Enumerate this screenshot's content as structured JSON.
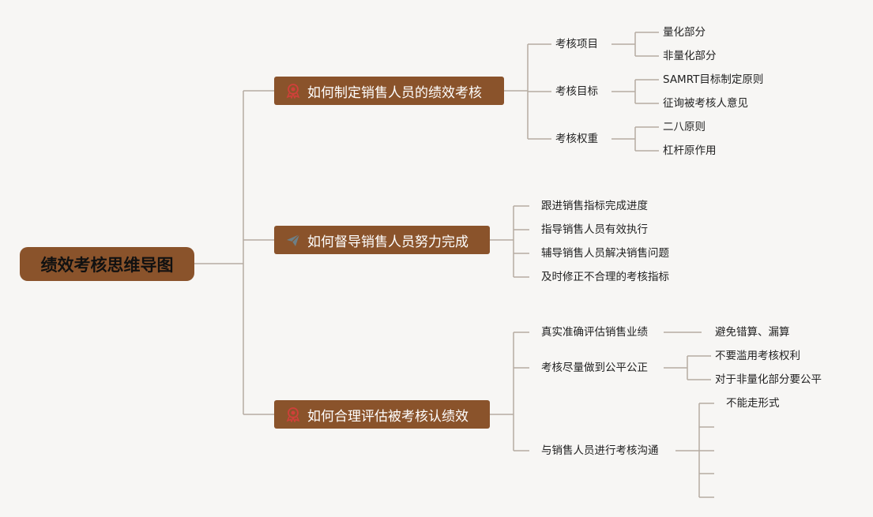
{
  "title": "绩效考核思维导图",
  "branches": [
    {
      "label": "如何制定销售人员的绩效考核",
      "icon": "award-ribbon-icon",
      "children": [
        {
          "label": "考核项目",
          "children": [
            "量化部分",
            "非量化部分"
          ]
        },
        {
          "label": "考核目标",
          "children": [
            "SAMRT目标制定原则",
            "征询被考核人意见"
          ]
        },
        {
          "label": "考核权重",
          "children": [
            "二八原则",
            "杠杆原作用"
          ]
        }
      ]
    },
    {
      "label": "如何督导销售人员努力完成",
      "icon": "paper-plane-icon",
      "children": [
        {
          "label": "跟进销售指标完成进度"
        },
        {
          "label": "指导销售人员有效执行"
        },
        {
          "label": "辅导销售人员解决销售问题"
        },
        {
          "label": "及时修正不合理的考核指标"
        }
      ]
    },
    {
      "label": "如何合理评估被考核认绩效",
      "icon": "award-ribbon-icon",
      "children": [
        {
          "label": "真实准确评估销售业绩",
          "children": [
            "避免错算、漏算"
          ]
        },
        {
          "label": "考核尽量做到公平公正",
          "children": [
            "不要滥用考核权利",
            "对于非量化部分要公平"
          ]
        },
        {
          "label": "与销售人员进行考核沟通",
          "children": [
            "不能走形式",
            "",
            "",
            "",
            ""
          ]
        }
      ]
    }
  ],
  "colors": {
    "node_fill": "#8a532b",
    "connector": "#b5aca2",
    "background": "#f7f6f4",
    "icon_red": "#d0403a",
    "icon_gray": "#6d7f86"
  }
}
